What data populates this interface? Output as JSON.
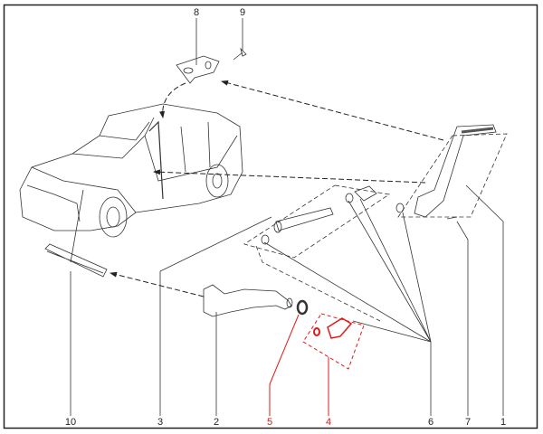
{
  "diagram": {
    "type": "exploded-parts-diagram",
    "callouts_top": [
      {
        "number": "8",
        "highlighted": false
      },
      {
        "number": "9",
        "highlighted": false
      }
    ],
    "callouts_bottom": [
      {
        "number": "10",
        "highlighted": false
      },
      {
        "number": "3",
        "highlighted": false
      },
      {
        "number": "2",
        "highlighted": false
      },
      {
        "number": "5",
        "highlighted": true
      },
      {
        "number": "4",
        "highlighted": true
      },
      {
        "number": "6",
        "highlighted": false
      },
      {
        "number": "7",
        "highlighted": false
      },
      {
        "number": "1",
        "highlighted": false
      }
    ],
    "colors": {
      "line": "#333333",
      "highlight": "#e01818",
      "border": "#222222"
    }
  }
}
